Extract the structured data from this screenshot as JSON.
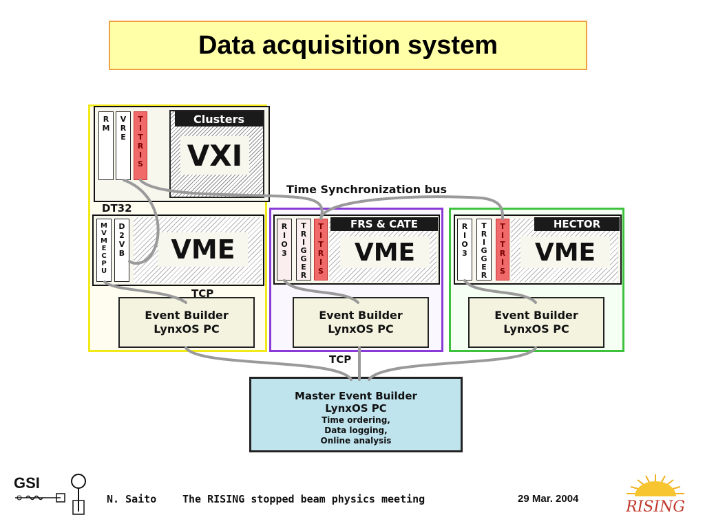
{
  "title": "Data acquisition system",
  "vxi_crate": {
    "label": "Clusters",
    "name": "VXI",
    "modules": [
      {
        "letters": [
          "R",
          "M"
        ]
      },
      {
        "letters": [
          "V",
          "R",
          "E"
        ]
      },
      {
        "letters": [
          "T",
          "I",
          "T",
          "R",
          "I",
          "S"
        ]
      }
    ]
  },
  "time_sync_bus": "Time Synchronization bus",
  "dt32": "DT32",
  "vme_main": {
    "name": "VME",
    "modules": [
      {
        "letters": [
          "M",
          "V",
          "M",
          "E",
          "C",
          "P",
          "U"
        ]
      },
      {
        "letters": [
          "D",
          "2",
          "V",
          "B"
        ]
      }
    ]
  },
  "frs": {
    "label": "FRS & CATE",
    "name": "VME",
    "modules": [
      {
        "letters": [
          "R",
          "I",
          "O",
          "3"
        ]
      },
      {
        "letters": [
          "T",
          "R",
          "I",
          "G",
          "G",
          "E",
          "R"
        ]
      },
      {
        "letters": [
          "T",
          "I",
          "T",
          "R",
          "I",
          "S"
        ]
      }
    ]
  },
  "hector": {
    "label": "HECTOR",
    "name": "VME",
    "modules": [
      {
        "letters": [
          "R",
          "I",
          "O",
          "3"
        ]
      },
      {
        "letters": [
          "T",
          "R",
          "I",
          "G",
          "G",
          "E",
          "R"
        ]
      },
      {
        "letters": [
          "T",
          "I",
          "T",
          "R",
          "I",
          "S"
        ]
      }
    ]
  },
  "tcp_upper": "TCP",
  "tcp_lower": "TCP",
  "event_builders": [
    {
      "line1": "Event Builder",
      "line2": "LynxOS PC"
    },
    {
      "line1": "Event Builder",
      "line2": "LynxOS PC"
    },
    {
      "line1": "Event Builder",
      "line2": "LynxOS PC"
    }
  ],
  "master": {
    "line1": "Master Event Builder",
    "line2": "LynxOS PC",
    "line3": "Time ordering,",
    "line4": "Data logging,",
    "line5": "Online analysis"
  },
  "footer": {
    "presenter": "N. Saito",
    "meeting": "The RISING stopped beam physics meeting",
    "date": "29 Mar. 2004",
    "logo_left_text": "GSI",
    "logo_right_text": "RISING"
  },
  "colors": {
    "title_bg": "#ffffa8",
    "title_border": "#f0a040",
    "yellow_region": "#f2ea18",
    "purple_region": "#8a3ad6",
    "green_region": "#3ec23e",
    "titris": "#f06a6a",
    "master_bg": "#bfe4ee",
    "rising_logo": "#c0392b"
  }
}
